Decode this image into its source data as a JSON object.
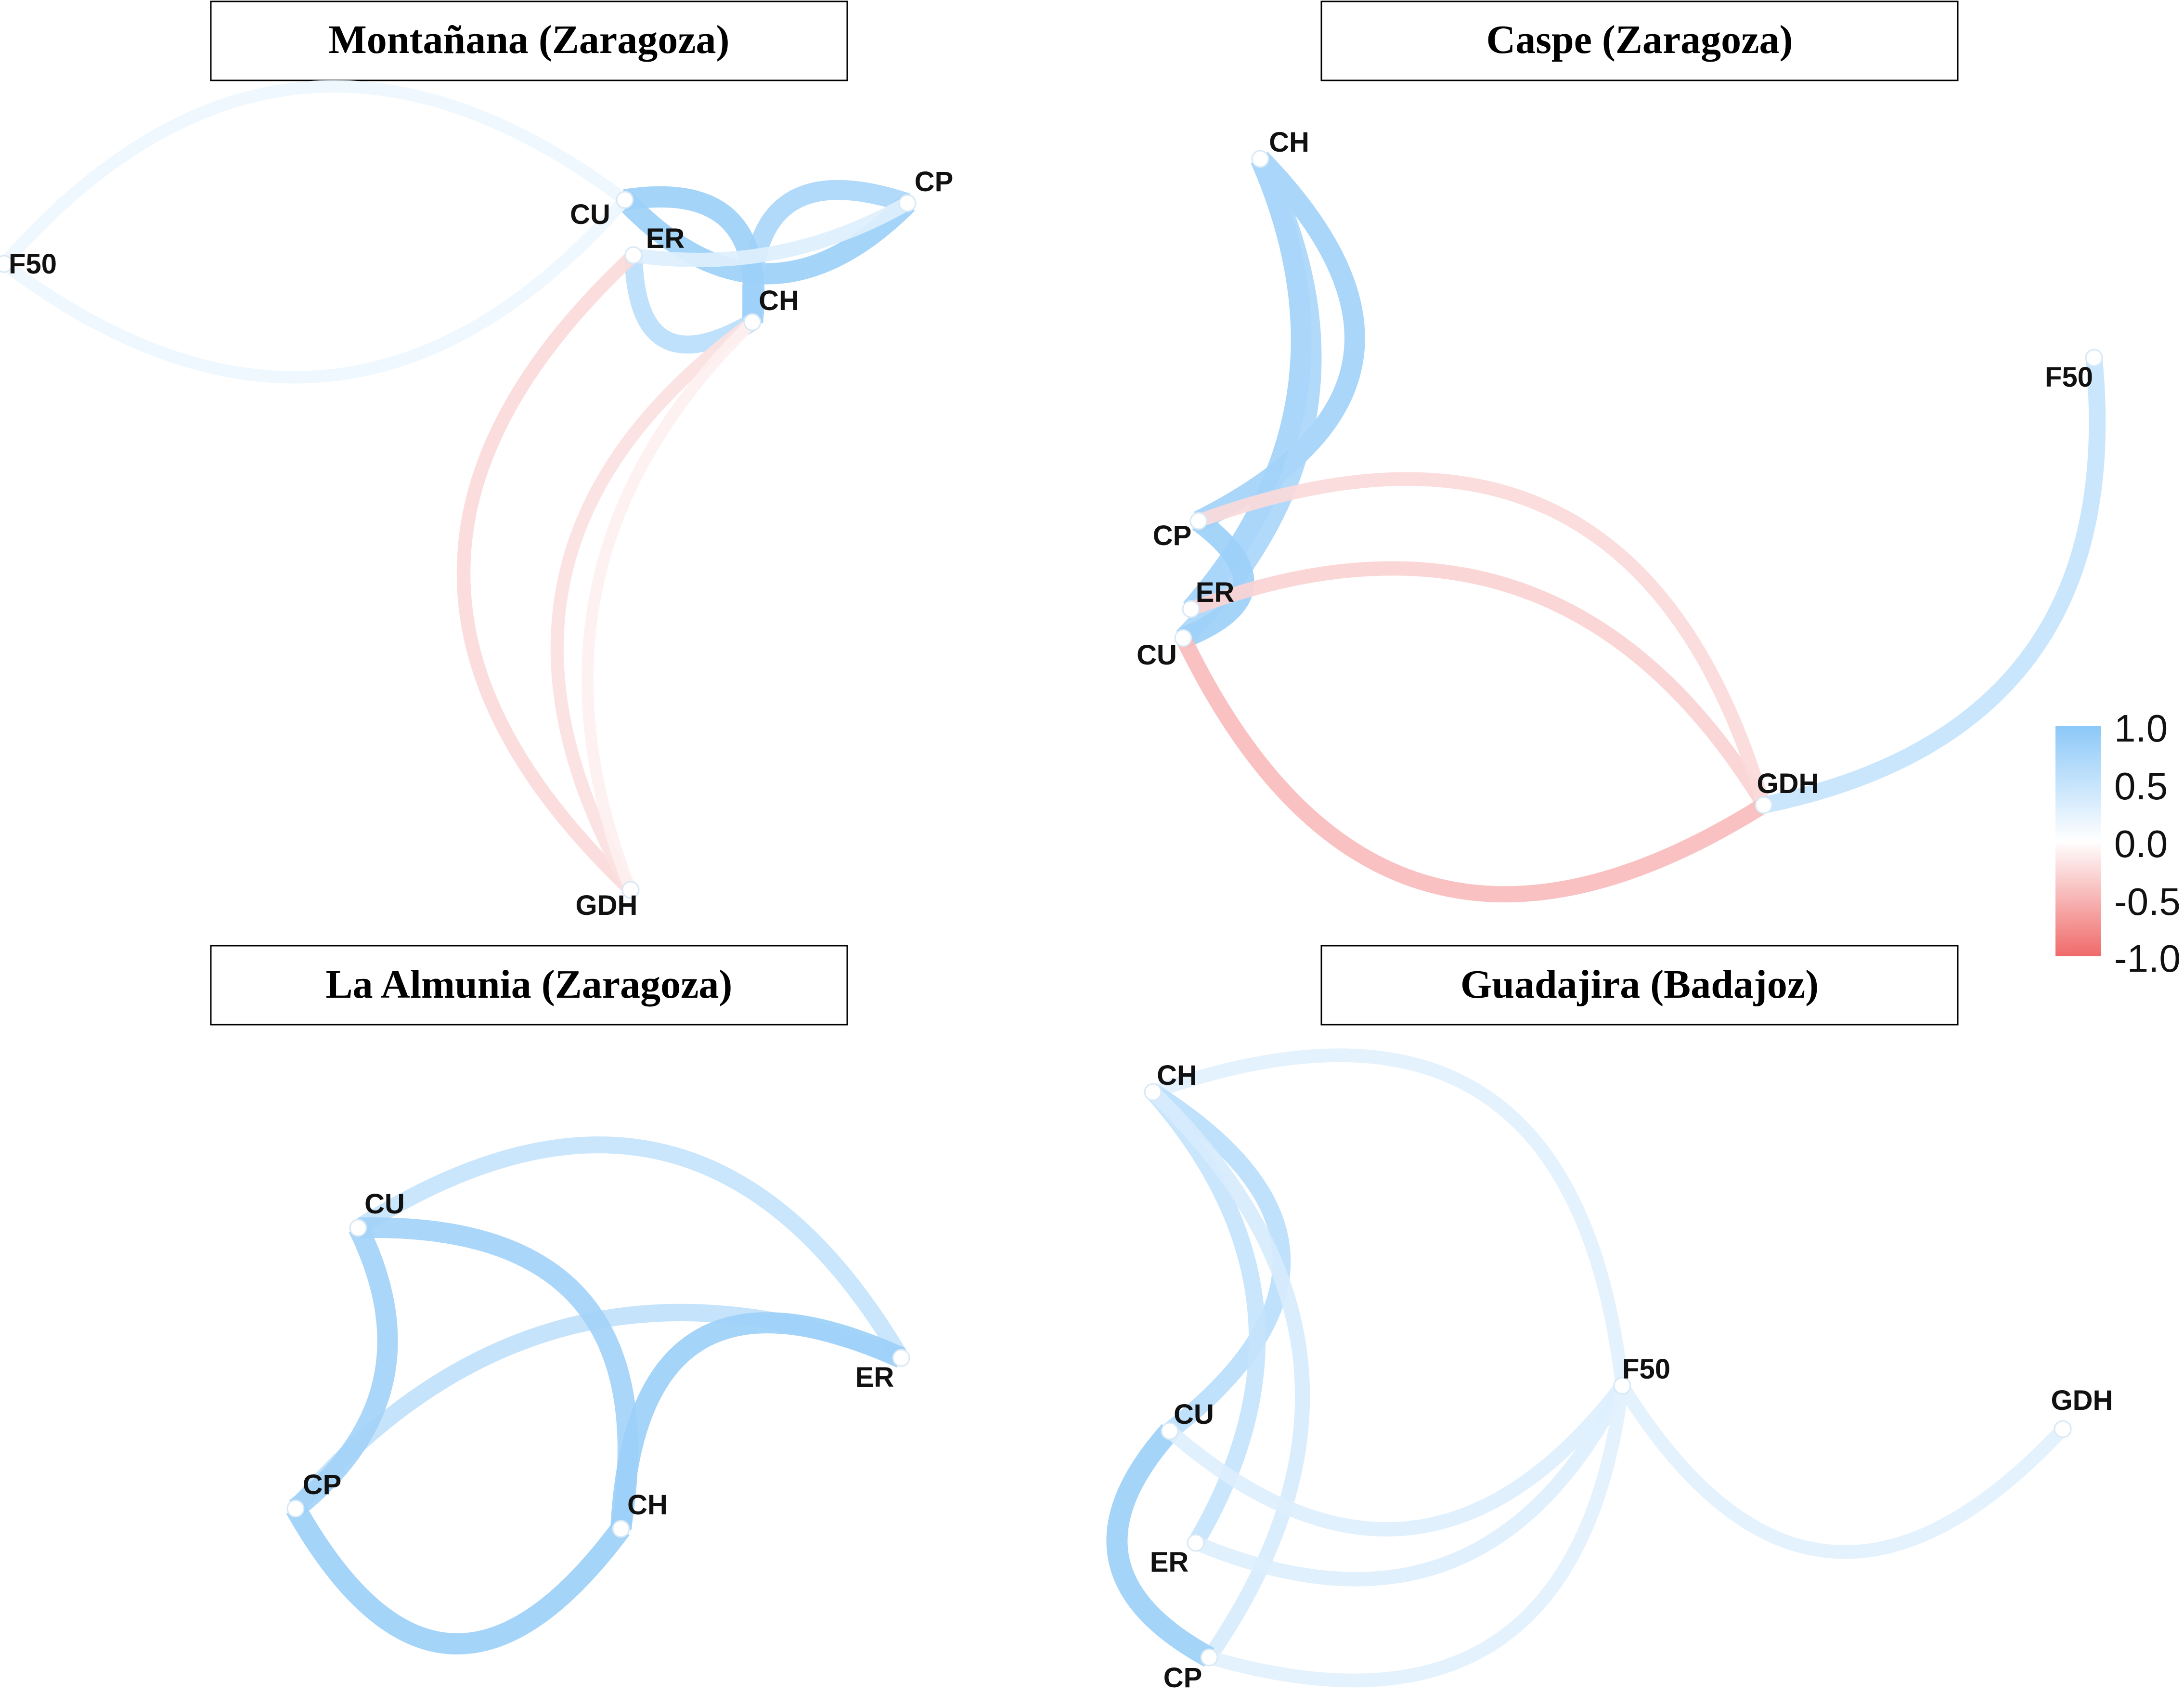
{
  "panels": [
    {
      "title": "Montañana (Zaragoza)",
      "nodes": [
        {
          "id": "CU",
          "label": "CU"
        },
        {
          "id": "ER",
          "label": "ER"
        },
        {
          "id": "CH",
          "label": "CH"
        },
        {
          "id": "CP",
          "label": "CP"
        },
        {
          "id": "F50",
          "label": "F50"
        },
        {
          "id": "GDH",
          "label": "GDH"
        }
      ],
      "edges": [
        {
          "from": "CU",
          "to": "CP",
          "r": 0.85
        },
        {
          "from": "CP",
          "to": "CH",
          "r": 0.75
        },
        {
          "from": "CU",
          "to": "CH",
          "r": 0.85
        },
        {
          "from": "ER",
          "to": "CH",
          "r": 0.6
        },
        {
          "from": "ER",
          "to": "CP",
          "r": 0.3
        },
        {
          "from": "CU",
          "to": "F50",
          "r": 0.15
        },
        {
          "from": "F50",
          "to": "CU",
          "r": 0.15
        },
        {
          "from": "ER",
          "to": "GDH",
          "r": -0.25
        },
        {
          "from": "GDH",
          "to": "CH",
          "r": -0.2
        },
        {
          "from": "GDH",
          "to": "CH",
          "r": -0.1
        }
      ]
    },
    {
      "title": "Caspe (Zaragoza)",
      "nodes": [
        {
          "id": "CH",
          "label": "CH"
        },
        {
          "id": "F50",
          "label": "F50"
        },
        {
          "id": "CP",
          "label": "CP"
        },
        {
          "id": "ER",
          "label": "ER"
        },
        {
          "id": "CU",
          "label": "CU"
        },
        {
          "id": "GDH",
          "label": "GDH"
        }
      ],
      "edges": [
        {
          "from": "CH",
          "to": "CP",
          "r": 0.8
        },
        {
          "from": "CH",
          "to": "ER",
          "r": 0.8
        },
        {
          "from": "CH",
          "to": "CU",
          "r": 0.75
        },
        {
          "from": "CP",
          "to": "CU",
          "r": 0.85
        },
        {
          "from": "ER",
          "to": "GDH",
          "r": -0.3
        },
        {
          "from": "CP",
          "to": "GDH",
          "r": -0.25
        },
        {
          "from": "CU",
          "to": "GDH",
          "r": -0.45
        },
        {
          "from": "GDH",
          "to": "F50",
          "r": 0.5
        }
      ]
    },
    {
      "title": "La Almunia (Zaragoza)",
      "nodes": [
        {
          "id": "CU",
          "label": "CU"
        },
        {
          "id": "ER",
          "label": "ER"
        },
        {
          "id": "CP",
          "label": "CP"
        },
        {
          "id": "CH",
          "label": "CH"
        }
      ],
      "edges": [
        {
          "from": "CU",
          "to": "ER",
          "r": 0.5
        },
        {
          "from": "CP",
          "to": "ER",
          "r": 0.55
        },
        {
          "from": "CU",
          "to": "CP",
          "r": 0.8
        },
        {
          "from": "CU",
          "to": "CH",
          "r": 0.8
        },
        {
          "from": "CP",
          "to": "CH",
          "r": 0.85
        },
        {
          "from": "CH",
          "to": "ER",
          "r": 0.85
        }
      ]
    },
    {
      "title": "Guadajira (Badajoz)",
      "nodes": [
        {
          "id": "CH",
          "label": "CH"
        },
        {
          "id": "F50",
          "label": "F50"
        },
        {
          "id": "GDH",
          "label": "GDH"
        },
        {
          "id": "CU",
          "label": "CU"
        },
        {
          "id": "ER",
          "label": "ER"
        },
        {
          "id": "CP",
          "label": "CP"
        }
      ],
      "edges": [
        {
          "from": "CH",
          "to": "F50",
          "r": 0.25
        },
        {
          "from": "CH",
          "to": "CU",
          "r": 0.6
        },
        {
          "from": "CH",
          "to": "ER",
          "r": 0.5
        },
        {
          "from": "CH",
          "to": "CP",
          "r": 0.35
        },
        {
          "from": "CU",
          "to": "CP",
          "r": 0.85
        },
        {
          "from": "CU",
          "to": "F50",
          "r": 0.3
        },
        {
          "from": "ER",
          "to": "F50",
          "r": 0.3
        },
        {
          "from": "CP",
          "to": "F50",
          "r": 0.25
        },
        {
          "from": "F50",
          "to": "GDH",
          "r": 0.25
        }
      ]
    }
  ],
  "legend": {
    "ticks": [
      "1.0",
      "0.5",
      "0.0",
      "-0.5",
      "-1.0"
    ],
    "color_positive": "#8cc8f8",
    "color_mid": "#ffffff",
    "color_negative": "#f06a6a"
  }
}
